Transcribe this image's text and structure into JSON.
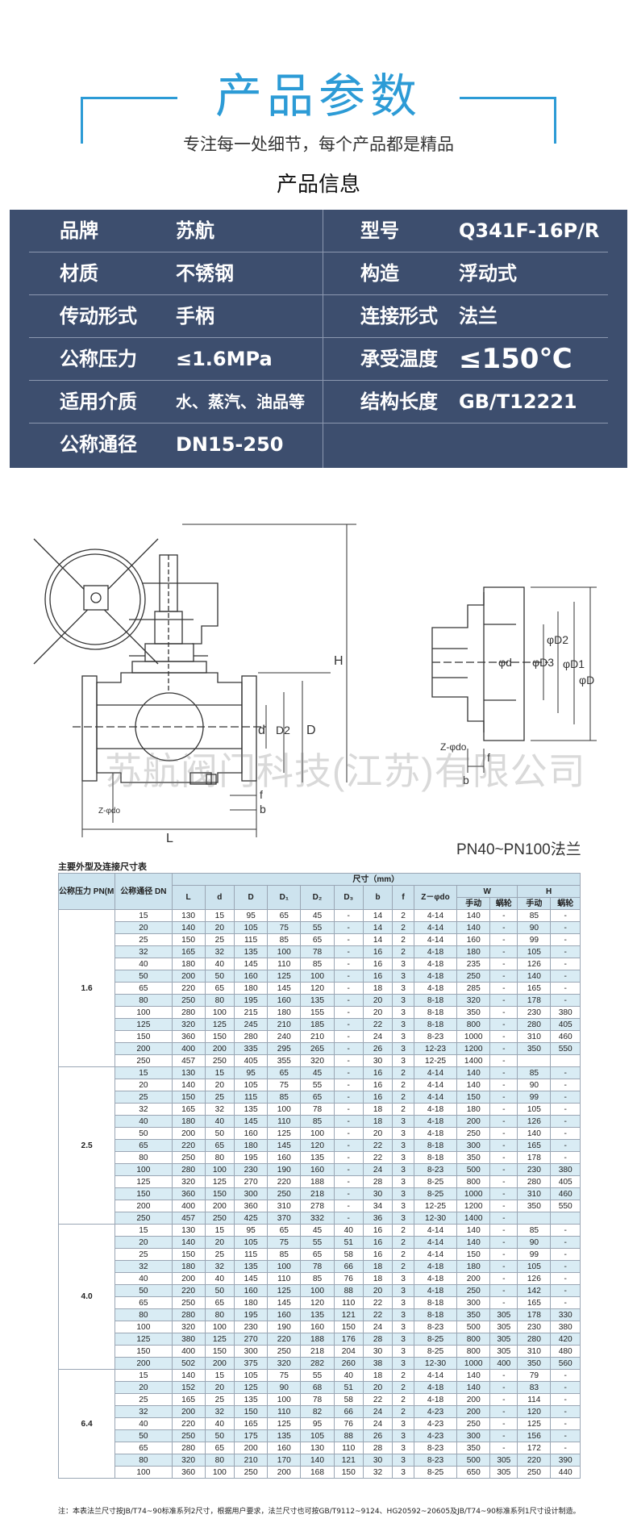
{
  "header": {
    "title": "产品参数",
    "subtitle": "专注每一处细节，每个产品都是精品",
    "section_title": "产品信息"
  },
  "spec_rows": [
    {
      "k1": "品牌",
      "v1": "苏航",
      "k2": "型号",
      "v2": "Q341F-16P/R"
    },
    {
      "k1": "材质",
      "v1": "不锈钢",
      "k2": "构造",
      "v2": "浮动式"
    },
    {
      "k1": "传动形式",
      "v1": "手柄",
      "k2": "连接形式",
      "v2": "法兰"
    },
    {
      "k1": "公称压力",
      "v1": "≤1.6MPa",
      "k2": "承受温度",
      "v2": "≤150℃"
    },
    {
      "k1": "适用介质",
      "v1": "水、蒸汽、油品等",
      "k2": "结构长度",
      "v2": "GB/T12221"
    },
    {
      "k1": "公称通径",
      "v1": "DN15-250",
      "k2": "",
      "v2": ""
    }
  ],
  "drawing": {
    "watermark": "苏航阀门科技(江苏)有限公司",
    "flange_caption": "PN40~PN100法兰",
    "labels": {
      "H": "H",
      "L": "L",
      "d": "d",
      "D2": "D2",
      "D": "D",
      "Z": "Z-φdo",
      "f": "f",
      "b": "b",
      "fd": "φd",
      "fD3": "φD3",
      "fD2": "φD2",
      "fD1": "φD1",
      "fD": "φD",
      "fZ": "Z-φdo",
      "fb": "b",
      "ff": "f"
    }
  },
  "table": {
    "caption": "主要外型及连接尺寸表",
    "headers": {
      "pn": "公称压力 PN(MPa)",
      "dn": "公称通径 DN",
      "dims": "尺寸（mm）",
      "cols": [
        "L",
        "d",
        "D",
        "D₁",
        "D₂",
        "D₃",
        "b",
        "f",
        "Z－φdo"
      ],
      "w": "W",
      "h": "H",
      "manual": "手动",
      "worm": "蜗轮"
    },
    "groups": [
      {
        "pn": "1.6",
        "rows": [
          [
            "15",
            "130",
            "15",
            "95",
            "65",
            "45",
            "-",
            "14",
            "2",
            "4-14",
            "140",
            "-",
            "85",
            "-"
          ],
          [
            "20",
            "140",
            "20",
            "105",
            "75",
            "55",
            "-",
            "14",
            "2",
            "4-14",
            "140",
            "-",
            "90",
            "-"
          ],
          [
            "25",
            "150",
            "25",
            "115",
            "85",
            "65",
            "-",
            "14",
            "2",
            "4-14",
            "160",
            "-",
            "99",
            "-"
          ],
          [
            "32",
            "165",
            "32",
            "135",
            "100",
            "78",
            "-",
            "16",
            "2",
            "4-18",
            "180",
            "-",
            "105",
            "-"
          ],
          [
            "40",
            "180",
            "40",
            "145",
            "110",
            "85",
            "-",
            "16",
            "3",
            "4-18",
            "235",
            "-",
            "126",
            "-"
          ],
          [
            "50",
            "200",
            "50",
            "160",
            "125",
            "100",
            "-",
            "16",
            "3",
            "4-18",
            "250",
            "-",
            "140",
            "-"
          ],
          [
            "65",
            "220",
            "65",
            "180",
            "145",
            "120",
            "-",
            "18",
            "3",
            "4-18",
            "285",
            "-",
            "165",
            "-"
          ],
          [
            "80",
            "250",
            "80",
            "195",
            "160",
            "135",
            "-",
            "20",
            "3",
            "8-18",
            "320",
            "-",
            "178",
            "-"
          ],
          [
            "100",
            "280",
            "100",
            "215",
            "180",
            "155",
            "-",
            "20",
            "3",
            "8-18",
            "350",
            "-",
            "230",
            "380"
          ],
          [
            "125",
            "320",
            "125",
            "245",
            "210",
            "185",
            "-",
            "22",
            "3",
            "8-18",
            "800",
            "-",
            "280",
            "405"
          ],
          [
            "150",
            "360",
            "150",
            "280",
            "240",
            "210",
            "-",
            "24",
            "3",
            "8-23",
            "1000",
            "-",
            "310",
            "460"
          ],
          [
            "200",
            "400",
            "200",
            "335",
            "295",
            "265",
            "-",
            "26",
            "3",
            "12-23",
            "1200",
            "-",
            "350",
            "550"
          ],
          [
            "250",
            "457",
            "250",
            "405",
            "355",
            "320",
            "-",
            "30",
            "3",
            "12-25",
            "1400",
            "-",
            "",
            ""
          ]
        ]
      },
      {
        "pn": "2.5",
        "rows": [
          [
            "15",
            "130",
            "15",
            "95",
            "65",
            "45",
            "-",
            "16",
            "2",
            "4-14",
            "140",
            "-",
            "85",
            "-"
          ],
          [
            "20",
            "140",
            "20",
            "105",
            "75",
            "55",
            "-",
            "16",
            "2",
            "4-14",
            "140",
            "-",
            "90",
            "-"
          ],
          [
            "25",
            "150",
            "25",
            "115",
            "85",
            "65",
            "-",
            "16",
            "2",
            "4-14",
            "150",
            "-",
            "99",
            "-"
          ],
          [
            "32",
            "165",
            "32",
            "135",
            "100",
            "78",
            "-",
            "18",
            "2",
            "4-18",
            "180",
            "-",
            "105",
            "-"
          ],
          [
            "40",
            "180",
            "40",
            "145",
            "110",
            "85",
            "-",
            "18",
            "3",
            "4-18",
            "200",
            "-",
            "126",
            "-"
          ],
          [
            "50",
            "200",
            "50",
            "160",
            "125",
            "100",
            "-",
            "20",
            "3",
            "4-18",
            "250",
            "-",
            "140",
            "-"
          ],
          [
            "65",
            "220",
            "65",
            "180",
            "145",
            "120",
            "-",
            "22",
            "3",
            "8-18",
            "300",
            "-",
            "165",
            "-"
          ],
          [
            "80",
            "250",
            "80",
            "195",
            "160",
            "135",
            "-",
            "22",
            "3",
            "8-18",
            "350",
            "-",
            "178",
            "-"
          ],
          [
            "100",
            "280",
            "100",
            "230",
            "190",
            "160",
            "-",
            "24",
            "3",
            "8-23",
            "500",
            "-",
            "230",
            "380"
          ],
          [
            "125",
            "320",
            "125",
            "270",
            "220",
            "188",
            "-",
            "28",
            "3",
            "8-25",
            "800",
            "-",
            "280",
            "405"
          ],
          [
            "150",
            "360",
            "150",
            "300",
            "250",
            "218",
            "-",
            "30",
            "3",
            "8-25",
            "1000",
            "-",
            "310",
            "460"
          ],
          [
            "200",
            "400",
            "200",
            "360",
            "310",
            "278",
            "-",
            "34",
            "3",
            "12-25",
            "1200",
            "-",
            "350",
            "550"
          ],
          [
            "250",
            "457",
            "250",
            "425",
            "370",
            "332",
            "-",
            "36",
            "3",
            "12-30",
            "1400",
            "-",
            "",
            ""
          ]
        ]
      },
      {
        "pn": "4.0",
        "rows": [
          [
            "15",
            "130",
            "15",
            "95",
            "65",
            "45",
            "40",
            "16",
            "2",
            "4-14",
            "140",
            "-",
            "85",
            "-"
          ],
          [
            "20",
            "140",
            "20",
            "105",
            "75",
            "55",
            "51",
            "16",
            "2",
            "4-14",
            "140",
            "-",
            "90",
            "-"
          ],
          [
            "25",
            "150",
            "25",
            "115",
            "85",
            "65",
            "58",
            "16",
            "2",
            "4-14",
            "150",
            "-",
            "99",
            "-"
          ],
          [
            "32",
            "180",
            "32",
            "135",
            "100",
            "78",
            "66",
            "18",
            "2",
            "4-18",
            "180",
            "-",
            "105",
            "-"
          ],
          [
            "40",
            "200",
            "40",
            "145",
            "110",
            "85",
            "76",
            "18",
            "3",
            "4-18",
            "200",
            "-",
            "126",
            "-"
          ],
          [
            "50",
            "220",
            "50",
            "160",
            "125",
            "100",
            "88",
            "20",
            "3",
            "4-18",
            "250",
            "-",
            "142",
            "-"
          ],
          [
            "65",
            "250",
            "65",
            "180",
            "145",
            "120",
            "110",
            "22",
            "3",
            "8-18",
            "300",
            "-",
            "165",
            "-"
          ],
          [
            "80",
            "280",
            "80",
            "195",
            "160",
            "135",
            "121",
            "22",
            "3",
            "8-18",
            "350",
            "305",
            "178",
            "330"
          ],
          [
            "100",
            "320",
            "100",
            "230",
            "190",
            "160",
            "150",
            "24",
            "3",
            "8-23",
            "500",
            "305",
            "230",
            "380"
          ],
          [
            "125",
            "380",
            "125",
            "270",
            "220",
            "188",
            "176",
            "28",
            "3",
            "8-25",
            "800",
            "305",
            "280",
            "420"
          ],
          [
            "150",
            "400",
            "150",
            "300",
            "250",
            "218",
            "204",
            "30",
            "3",
            "8-25",
            "800",
            "305",
            "310",
            "480"
          ],
          [
            "200",
            "502",
            "200",
            "375",
            "320",
            "282",
            "260",
            "38",
            "3",
            "12-30",
            "1000",
            "400",
            "350",
            "560"
          ]
        ]
      },
      {
        "pn": "6.4",
        "rows": [
          [
            "15",
            "140",
            "15",
            "105",
            "75",
            "55",
            "40",
            "18",
            "2",
            "4-14",
            "140",
            "-",
            "79",
            "-"
          ],
          [
            "20",
            "152",
            "20",
            "125",
            "90",
            "68",
            "51",
            "20",
            "2",
            "4-18",
            "140",
            "-",
            "83",
            "-"
          ],
          [
            "25",
            "165",
            "25",
            "135",
            "100",
            "78",
            "58",
            "22",
            "2",
            "4-18",
            "200",
            "-",
            "114",
            "-"
          ],
          [
            "32",
            "200",
            "32",
            "150",
            "110",
            "82",
            "66",
            "24",
            "2",
            "4-23",
            "200",
            "-",
            "120",
            "-"
          ],
          [
            "40",
            "220",
            "40",
            "165",
            "125",
            "95",
            "76",
            "24",
            "3",
            "4-23",
            "250",
            "-",
            "125",
            "-"
          ],
          [
            "50",
            "250",
            "50",
            "175",
            "135",
            "105",
            "88",
            "26",
            "3",
            "4-23",
            "300",
            "-",
            "156",
            "-"
          ],
          [
            "65",
            "280",
            "65",
            "200",
            "160",
            "130",
            "110",
            "28",
            "3",
            "8-23",
            "350",
            "-",
            "172",
            "-"
          ],
          [
            "80",
            "320",
            "80",
            "210",
            "170",
            "140",
            "121",
            "30",
            "3",
            "8-23",
            "500",
            "305",
            "220",
            "390"
          ],
          [
            "100",
            "360",
            "100",
            "250",
            "200",
            "168",
            "150",
            "32",
            "3",
            "8-25",
            "650",
            "305",
            "250",
            "440"
          ]
        ]
      }
    ],
    "note": "注：本表法兰尺寸按JB/T74~90标准系列2尺寸，根据用户要求，法兰尺寸也可按GB/T9112~9124、HG20592~20605及JB/T74~90标准系列1尺寸设计制造。"
  },
  "colors": {
    "accent": "#2c9bd6",
    "panel": "#3d4e6e",
    "table_header": "#cde3ee",
    "table_stripe": "#d9ecf4"
  }
}
